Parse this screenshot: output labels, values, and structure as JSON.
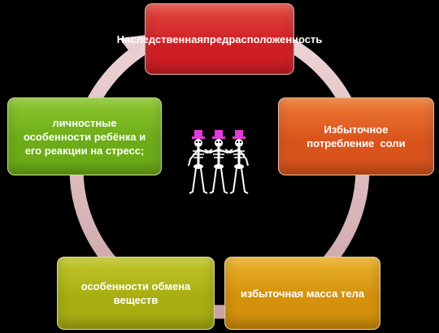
{
  "diagram": {
    "nodes": [
      {
        "id": "node-1",
        "label": "Наследственная предрасположенность",
        "lines": [
          "Наследственная",
          "предрасположенность"
        ],
        "color": "#cf1f24",
        "color_light": "#e44a3f"
      },
      {
        "id": "node-2",
        "label": "Избыточное потребление соли",
        "lines": [
          "Избыточное",
          "потребление  соли"
        ],
        "color": "#d9541c",
        "color_light": "#ee7a35"
      },
      {
        "id": "node-3",
        "label": "избыточная масса тела",
        "lines": [
          "избыточная масса тела"
        ],
        "color": "#d4910c",
        "color_light": "#ebb22b"
      },
      {
        "id": "node-4",
        "label": "особенности обмена веществ",
        "lines": [
          "особенности обмена",
          "веществ"
        ],
        "color": "#a8ae12",
        "color_light": "#c3c62a"
      },
      {
        "id": "node-5",
        "label": "личностные особенности ребёнка и его реакции на стресс;",
        "lines": [
          "личностные",
          "особенности ребёнка и",
          "его реакции на стресс;"
        ],
        "color": "#6cac18",
        "color_light": "#8cc72f"
      }
    ],
    "cycle_direction": "clockwise",
    "ring_color": "#e3c3c6",
    "center_image": "three-dancing-skeletons-with-pink-top-hats"
  }
}
